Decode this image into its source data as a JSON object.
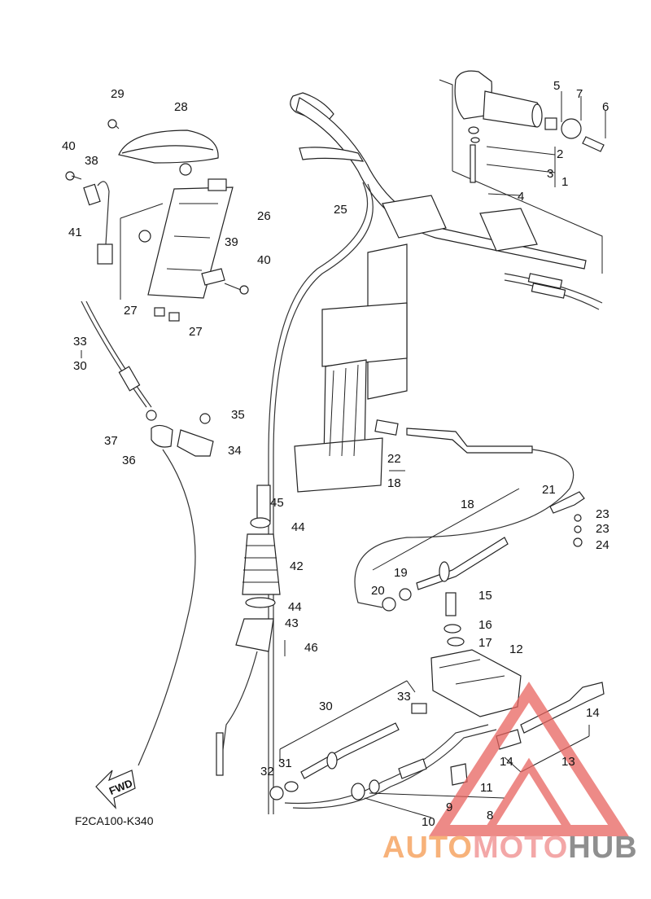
{
  "diagram": {
    "drawing_code": "F2CA100-K340",
    "fwd_label": "FWD",
    "watermark": {
      "part1": "AUTO",
      "part2": "MOTO",
      "part3": "HUB"
    },
    "callouts": [
      {
        "id": "c5",
        "text": "5"
      },
      {
        "id": "c7",
        "text": "7"
      },
      {
        "id": "c6",
        "text": "6"
      },
      {
        "id": "c2",
        "text": "2"
      },
      {
        "id": "c3",
        "text": "3"
      },
      {
        "id": "c1",
        "text": "1"
      },
      {
        "id": "c4",
        "text": "4"
      },
      {
        "id": "c29",
        "text": "29"
      },
      {
        "id": "c28",
        "text": "28"
      },
      {
        "id": "c40a",
        "text": "40"
      },
      {
        "id": "c38",
        "text": "38"
      },
      {
        "id": "c41",
        "text": "41"
      },
      {
        "id": "c26",
        "text": "26"
      },
      {
        "id": "c39",
        "text": "39"
      },
      {
        "id": "c40b",
        "text": "40"
      },
      {
        "id": "c25",
        "text": "25"
      },
      {
        "id": "c27a",
        "text": "27"
      },
      {
        "id": "c27b",
        "text": "27"
      },
      {
        "id": "c33a",
        "text": "33"
      },
      {
        "id": "c30a",
        "text": "30"
      },
      {
        "id": "c35",
        "text": "35"
      },
      {
        "id": "c37",
        "text": "37"
      },
      {
        "id": "c34",
        "text": "34"
      },
      {
        "id": "c36",
        "text": "36"
      },
      {
        "id": "c22",
        "text": "22"
      },
      {
        "id": "c18a",
        "text": "18"
      },
      {
        "id": "c45",
        "text": "45"
      },
      {
        "id": "c44a",
        "text": "44"
      },
      {
        "id": "c42",
        "text": "42"
      },
      {
        "id": "c44b",
        "text": "44"
      },
      {
        "id": "c43",
        "text": "43"
      },
      {
        "id": "c46",
        "text": "46"
      },
      {
        "id": "c21",
        "text": "21"
      },
      {
        "id": "c18b",
        "text": "18"
      },
      {
        "id": "c23a",
        "text": "23"
      },
      {
        "id": "c23b",
        "text": "23"
      },
      {
        "id": "c24",
        "text": "24"
      },
      {
        "id": "c19",
        "text": "19"
      },
      {
        "id": "c20",
        "text": "20"
      },
      {
        "id": "c15",
        "text": "15"
      },
      {
        "id": "c16",
        "text": "16"
      },
      {
        "id": "c17",
        "text": "17"
      },
      {
        "id": "c12",
        "text": "12"
      },
      {
        "id": "c30b",
        "text": "30"
      },
      {
        "id": "c33b",
        "text": "33"
      },
      {
        "id": "c14a",
        "text": "14"
      },
      {
        "id": "c14b",
        "text": "14"
      },
      {
        "id": "c13",
        "text": "13"
      },
      {
        "id": "c32",
        "text": "32"
      },
      {
        "id": "c31",
        "text": "31"
      },
      {
        "id": "c11",
        "text": "11"
      },
      {
        "id": "c9",
        "text": "9"
      },
      {
        "id": "c8",
        "text": "8"
      },
      {
        "id": "c10",
        "text": "10"
      }
    ]
  }
}
